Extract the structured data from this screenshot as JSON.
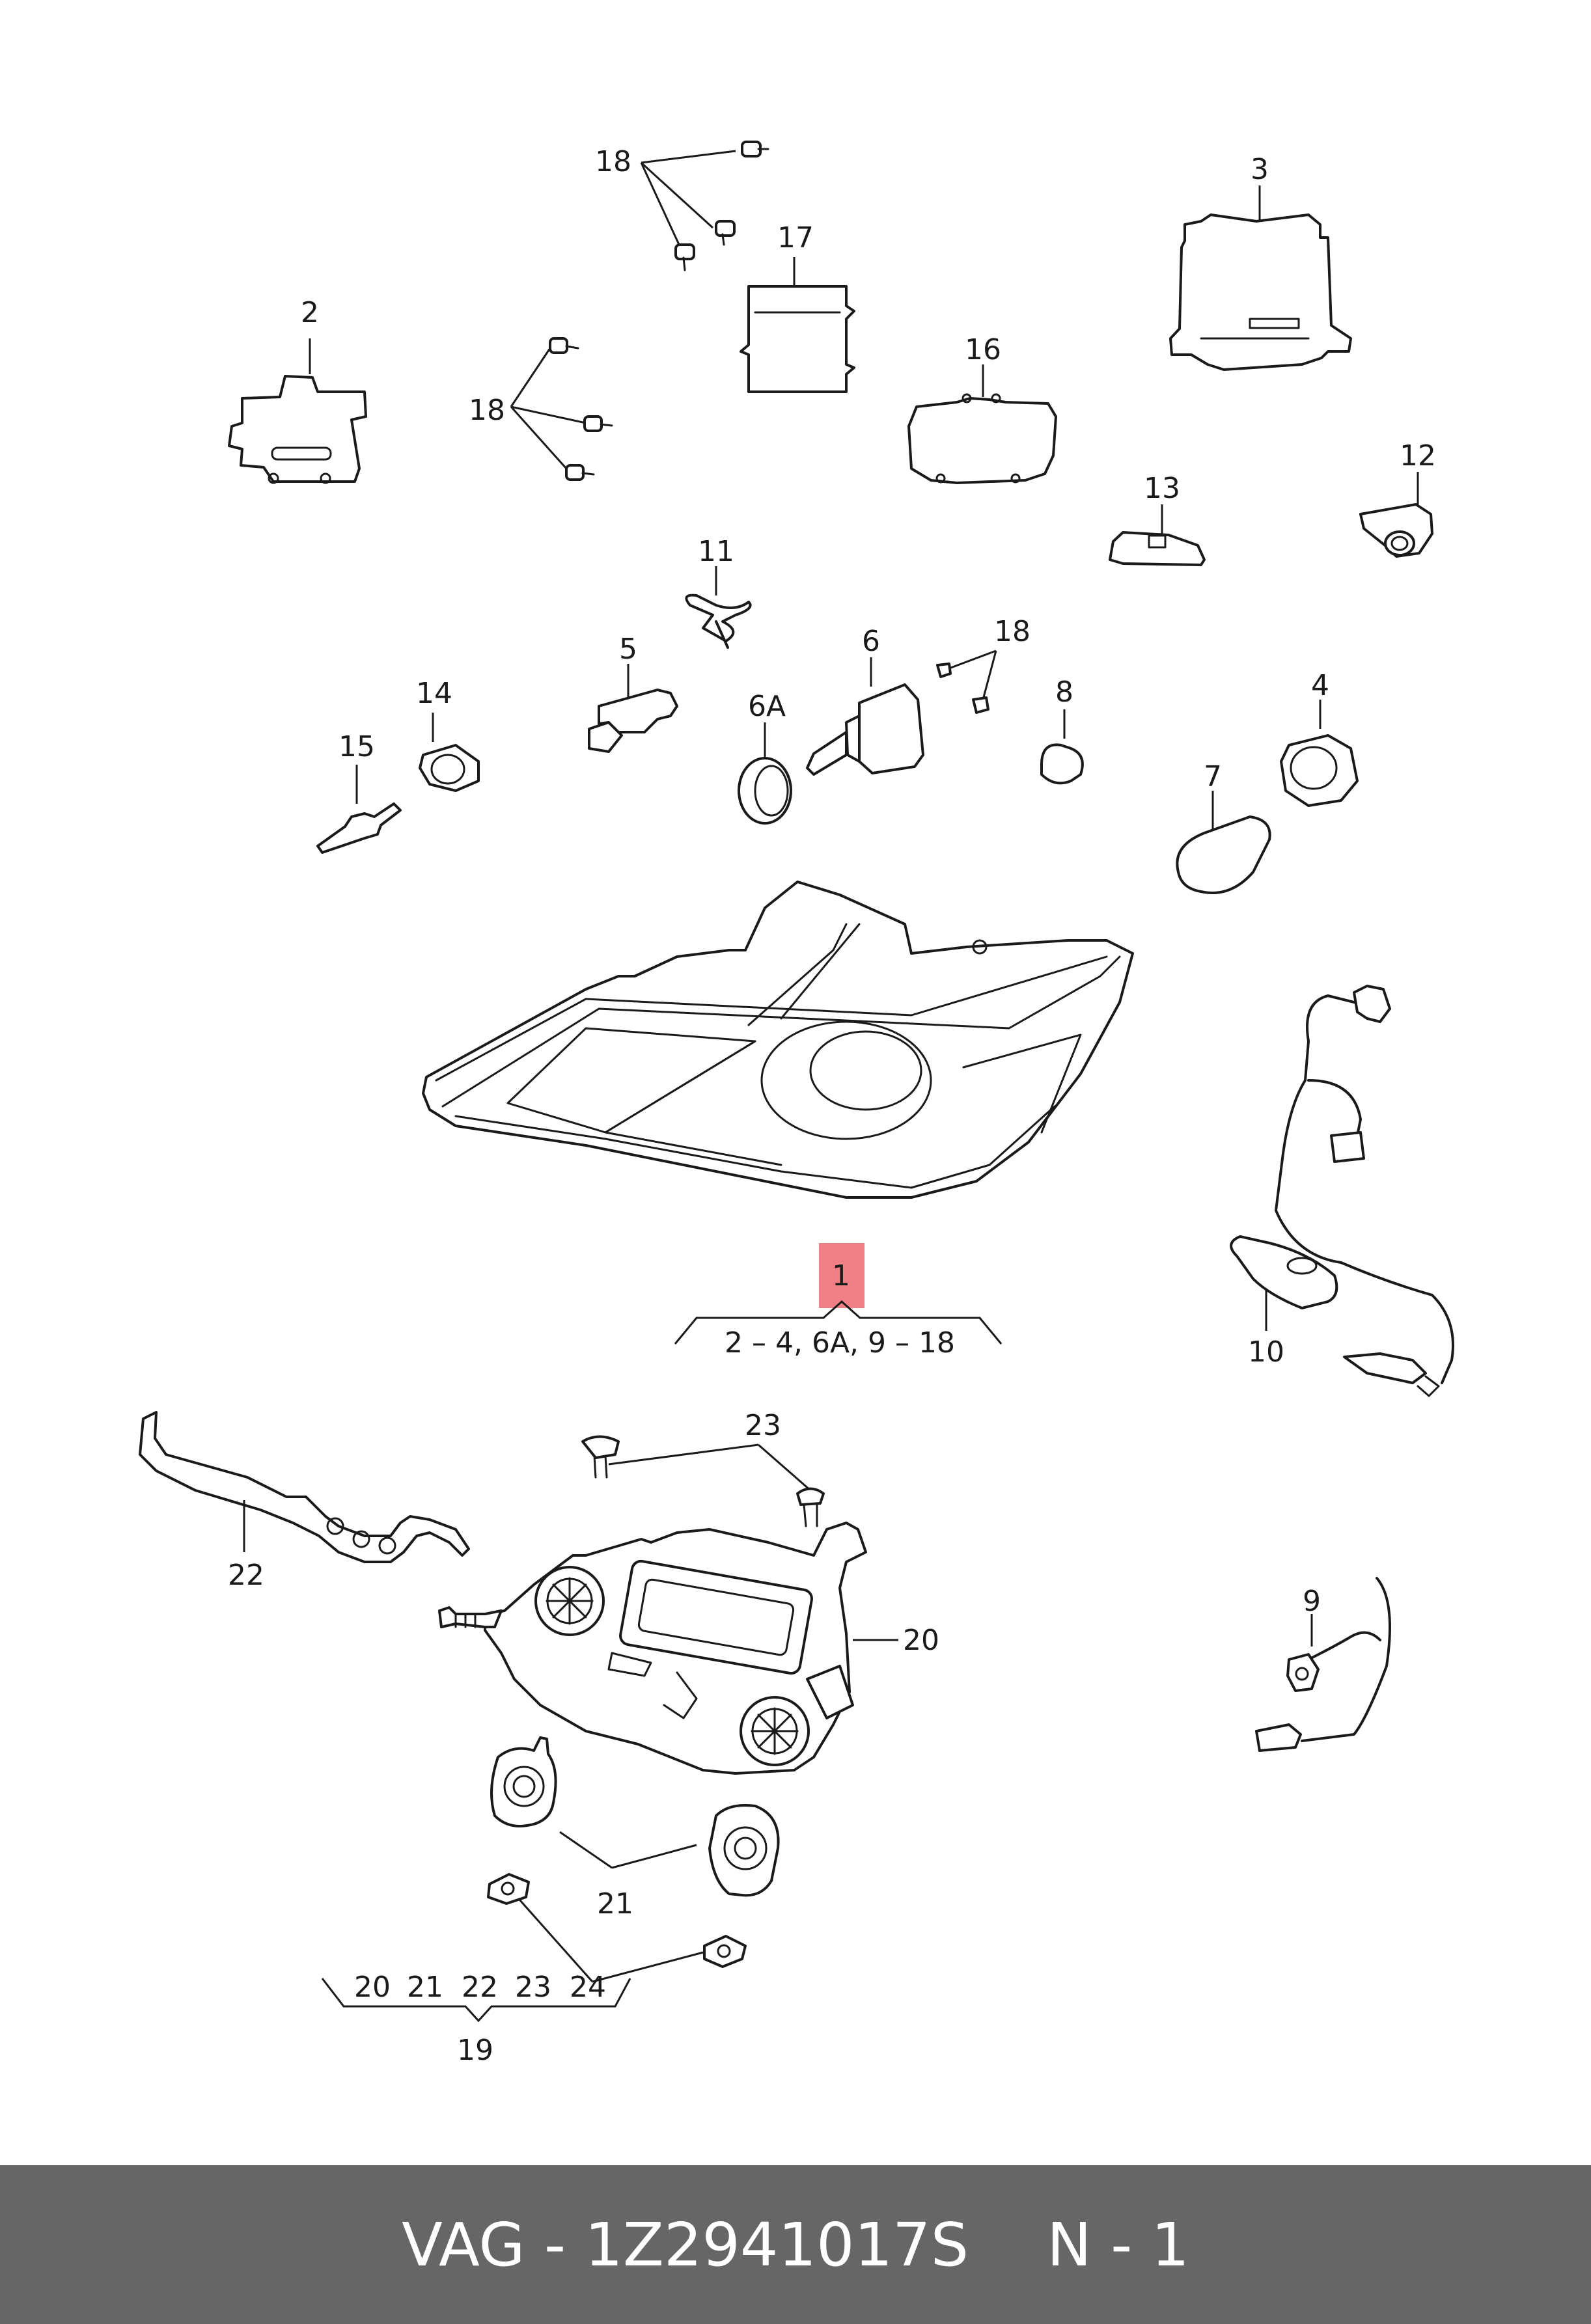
{
  "callouts": {
    "c1": "1",
    "c2": "2",
    "c3": "3",
    "c4": "4",
    "c5": "5",
    "c6": "6",
    "c6a": "6A",
    "c7": "7",
    "c8": "8",
    "c9": "9",
    "c10": "10",
    "c11": "11",
    "c12": "12",
    "c13": "13",
    "c14": "14",
    "c15": "15",
    "c16": "16",
    "c17": "17",
    "c18": "18",
    "c19": "19",
    "c20": "20",
    "c21": "21",
    "c22": "22",
    "c23": "23",
    "c24": "24"
  },
  "groups": {
    "part1_contents": "2 – 4, 6A, 9 – 18",
    "part19_items": [
      "20",
      "21",
      "22",
      "23",
      "24"
    ]
  },
  "highlight_color": "#f07f86",
  "footer": {
    "part_label": "VAG - 1Z2941017S",
    "position_label": "N - 1"
  }
}
